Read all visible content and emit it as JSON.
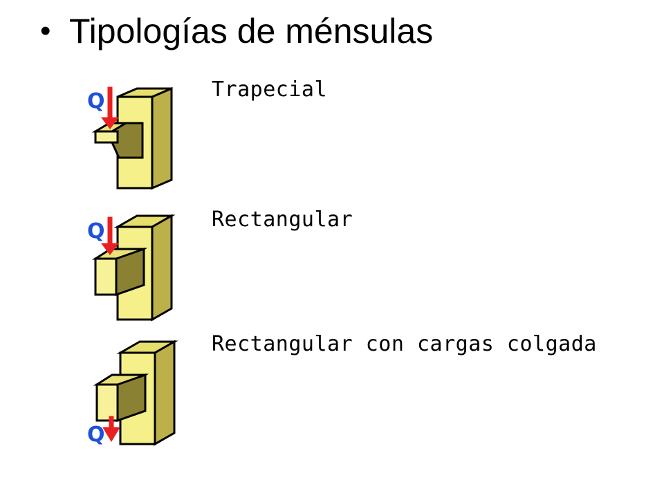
{
  "slide": {
    "bullet": "•",
    "title": "Tipologías de ménsulas"
  },
  "typologies": [
    {
      "label": "Trapecial",
      "load_symbol": "Q",
      "load_position": "top",
      "corbel_shape": "trapezoidal"
    },
    {
      "label": "Rectangular",
      "load_symbol": "Q",
      "load_position": "top",
      "corbel_shape": "rectangular"
    },
    {
      "label": "Rectangular con cargas colgada",
      "load_symbol": "Q",
      "load_position": "bottom",
      "corbel_shape": "rectangular"
    }
  ],
  "colors": {
    "pier": "#f5f08a",
    "pier_shadow": "#bcb04a",
    "load_arrow": "#e82020",
    "load_label": "#1e50d8"
  }
}
